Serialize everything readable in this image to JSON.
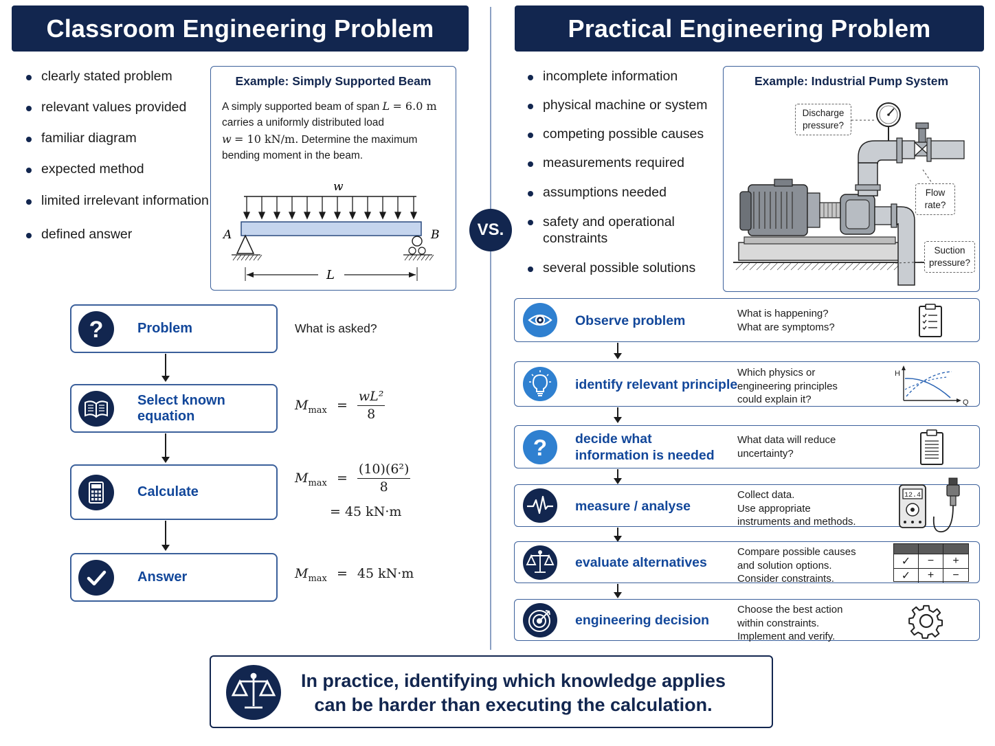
{
  "left": {
    "title": "Classroom Engineering Problem",
    "bullets": [
      "clearly stated problem",
      "relevant values provided",
      "familiar diagram",
      "expected method",
      "limited irrelevant information",
      "defined answer"
    ],
    "example": {
      "title": "Example: Simply Supported Beam",
      "text_a": "A simply supported beam of span ",
      "var_L": "L",
      "eq_span": "= 6.0 m",
      "text_b": "carries a uniformly distributed load",
      "var_w": "w",
      "eq_load": "= 10 kN/m.",
      "text_c": " Determine the maximum",
      "text_d": "bending moment in the beam.",
      "beam_label_w": "w",
      "beam_label_A": "A",
      "beam_label_B": "B",
      "beam_label_L": "L"
    },
    "steps": [
      {
        "label": "Problem",
        "icon": "question-icon",
        "note": "What is asked?"
      },
      {
        "label": "Select known equation",
        "icon": "book-icon"
      },
      {
        "label": "Calculate",
        "icon": "calculator-icon"
      },
      {
        "label": "Answer",
        "icon": "check-icon"
      }
    ],
    "math": {
      "m": "M",
      "sub": "max",
      "eq": "=",
      "eq1_num": "wL²",
      "eq1_den": "8",
      "eq2_num": "(10)(6²)",
      "eq2_den": "8",
      "eq2_result": "= 45 kN·m",
      "eq3_result": "45 kN·m"
    }
  },
  "vs": "VS.",
  "right": {
    "title": "Practical Engineering Problem",
    "bullets": [
      "incomplete information",
      "physical machine or system",
      "competing possible causes",
      "measurements required",
      "assumptions needed",
      "safety and operational constraints",
      "several possible solutions"
    ],
    "example": {
      "title": "Example: Industrial Pump System",
      "callout_discharge": "Discharge pressure?",
      "callout_flow": "Flow rate?",
      "callout_suction": "Suction pressure?",
      "meter_reading": "12.4",
      "chart_h": "H",
      "chart_q": "Q"
    },
    "steps": [
      {
        "label": "Observe problem",
        "desc": [
          "What is happening?",
          "What are symptoms?"
        ],
        "icon": "eye-icon",
        "aside": "clipboard-checklist-icon"
      },
      {
        "label": "identify relevant principle",
        "desc": [
          "Which physics or",
          "engineering principles",
          "could explain it?"
        ],
        "icon": "lightbulb-icon",
        "aside": "pump-curve-chart"
      },
      {
        "label": "decide what information is needed",
        "label_lines": [
          "decide what",
          "information is needed"
        ],
        "desc": [
          "What data will reduce",
          "uncertainty?"
        ],
        "icon": "question-icon",
        "aside": "clipboard-icon"
      },
      {
        "label": "measure / analyse",
        "desc": [
          "Collect data.",
          "Use appropriate",
          "instruments and methods."
        ],
        "icon": "pulse-icon",
        "aside": "multimeter-icon"
      },
      {
        "label": "evaluate alternatives",
        "desc": [
          "Compare possible causes",
          "and solution options.",
          "Consider constraints."
        ],
        "icon": "scales-icon",
        "aside": "comparison-table"
      },
      {
        "label": "engineering decision",
        "desc": [
          "Choose the best action",
          "within constraints.",
          "Implement and verify."
        ],
        "icon": "target-icon",
        "aside": "gear-icon"
      }
    ],
    "table_cells": [
      "✓",
      "−",
      "+",
      "✓",
      "+",
      "−"
    ]
  },
  "footer": {
    "line1": "In practice, identifying which knowledge applies",
    "line2": "can be harder than executing the calculation.",
    "icon": "scales-icon"
  },
  "colors": {
    "navy": "#12264f",
    "accent_blue": "#12479a",
    "light_blue": "#2f80d0"
  }
}
